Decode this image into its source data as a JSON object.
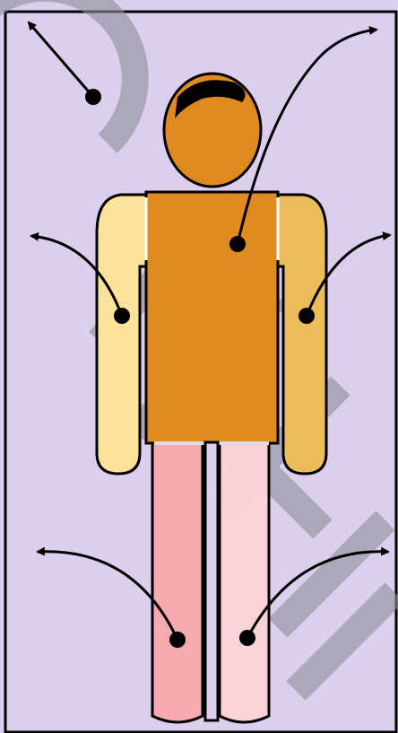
{
  "figure": {
    "subject": "body-segments-diagram",
    "colors": {
      "background": "#dccfed",
      "frame": "#000000",
      "head": "#e0891f",
      "hair": "#000000",
      "torso": "#e08a22",
      "left_arm": "#fde39a",
      "right_arm": "#ecbc5a",
      "left_leg": "#f9a8ad",
      "right_leg": "#fcd3d6",
      "outline": "#000000",
      "arrow": "#000000",
      "watermark": "#8f8f9a"
    },
    "segments": [
      {
        "id": "head",
        "arrow": "up-left"
      },
      {
        "id": "torso",
        "arrow": "up-right"
      },
      {
        "id": "left-arm",
        "arrow": "up-left"
      },
      {
        "id": "right-arm",
        "arrow": "up-right"
      },
      {
        "id": "left-leg",
        "arrow": "up-left"
      },
      {
        "id": "right-leg",
        "arrow": "up-right"
      }
    ],
    "watermark_text": "VIKR"
  }
}
